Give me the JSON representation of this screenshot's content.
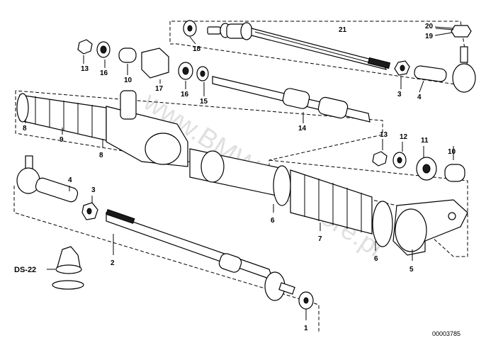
{
  "watermark": "www.BMWpartsstore.pl",
  "doc_number": "00003785",
  "ds_label": "DS-22",
  "callouts": [
    "1",
    "2",
    "3",
    "4",
    "5",
    "6",
    "6",
    "7",
    "8",
    "8",
    "9",
    "10",
    "10",
    "11",
    "12",
    "13",
    "13",
    "3",
    "4",
    "14",
    "15",
    "16",
    "16",
    "17",
    "18",
    "19",
    "20",
    "21"
  ]
}
